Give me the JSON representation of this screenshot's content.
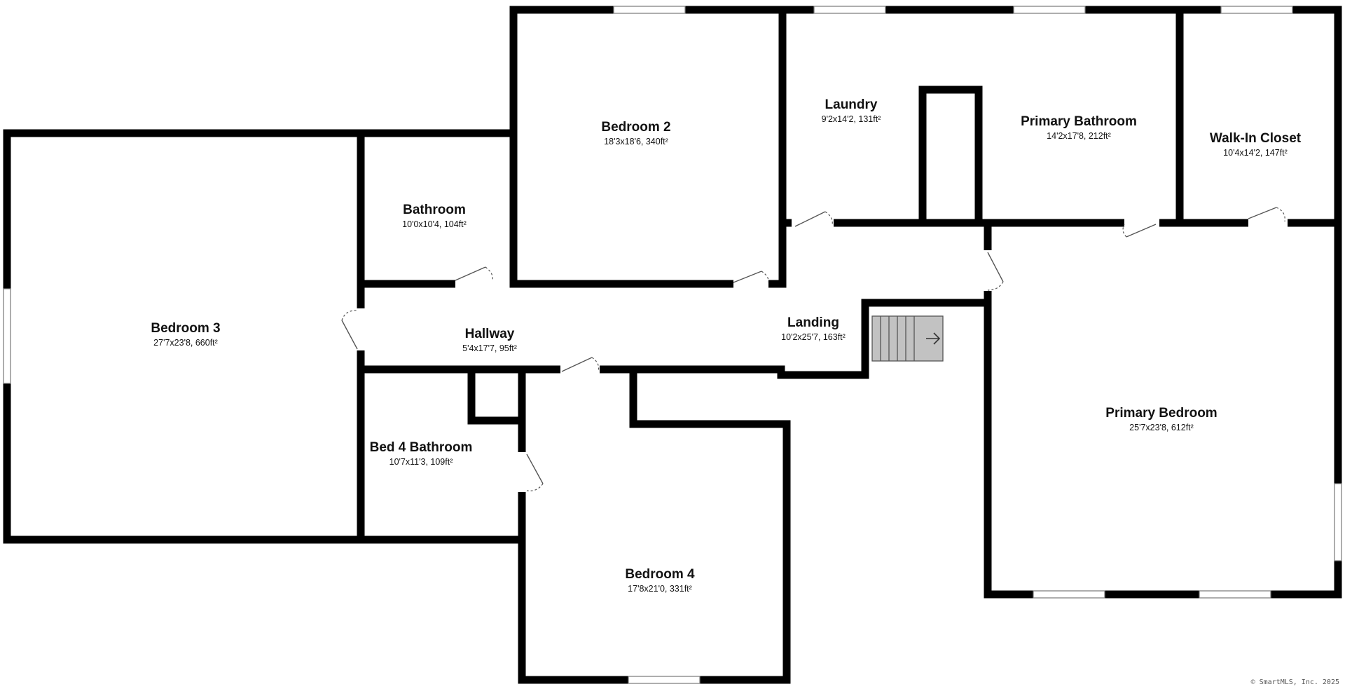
{
  "rooms": {
    "bedroom3": {
      "name": "Bedroom 3",
      "dims": "27'7x23'8, 660ft²"
    },
    "bathroom": {
      "name": "Bathroom",
      "dims": "10'0x10'4, 104ft²"
    },
    "bedroom2": {
      "name": "Bedroom 2",
      "dims": "18'3x18'6, 340ft²"
    },
    "laundry": {
      "name": "Laundry",
      "dims": "9'2x14'2, 131ft²"
    },
    "primary_bathroom": {
      "name": "Primary Bathroom",
      "dims": "14'2x17'8, 212ft²"
    },
    "walkin_closet": {
      "name": "Walk-In Closet",
      "dims": "10'4x14'2, 147ft²"
    },
    "hallway": {
      "name": "Hallway",
      "dims": "5'4x17'7, 95ft²"
    },
    "landing": {
      "name": "Landing",
      "dims": "10'2x25'7, 163ft²"
    },
    "bed4_bathroom": {
      "name": "Bed 4 Bathroom",
      "dims": "10'7x11'3, 109ft²"
    },
    "bedroom4": {
      "name": "Bedroom 4",
      "dims": "17'8x21'0, 331ft²"
    },
    "primary_bedroom": {
      "name": "Primary Bedroom",
      "dims": "25'7x23'8, 612ft²"
    }
  },
  "copyright": "© SmartMLS, Inc. 2025",
  "colors": {
    "wall": "#000000",
    "stairs": "#c2c2c2",
    "background": "#ffffff"
  }
}
